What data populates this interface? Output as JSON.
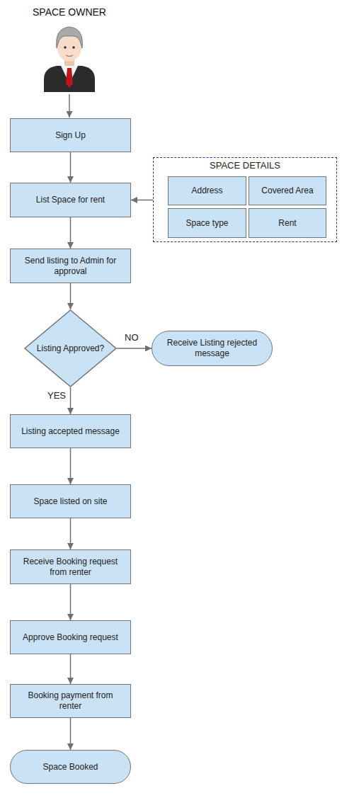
{
  "diagram": {
    "title": "SPACE OWNER",
    "nodes": [
      {
        "text": [
          "Sign Up"
        ]
      },
      {
        "text": [
          "List Space for rent"
        ]
      },
      {
        "text": [
          "SPACE DETAILS"
        ]
      },
      {
        "text": [
          "Address"
        ],
        "in": 2
      },
      {
        "text": [
          "Covered Area"
        ],
        "in": 2
      },
      {
        "text": [
          "Space type"
        ],
        "in": 2
      },
      {
        "text": [
          "Rent"
        ],
        "in": 2
      },
      {
        "text": [
          "Send listing to Admin for approval"
        ]
      },
      {
        "text": [
          "Listing Approved?"
        ]
      },
      {
        "text": [
          "Receive Listing rejected message"
        ]
      },
      {
        "text": [
          "Listing accepted message"
        ]
      },
      {
        "text": [
          "Space listed on site"
        ]
      },
      {
        "text": [
          "Receive Booking request from renter"
        ]
      },
      {
        "text": [
          "Approve Booking request"
        ]
      },
      {
        "text": [
          "Booking payment from renter"
        ]
      },
      {
        "text": [
          "Space Booked"
        ]
      }
    ],
    "edges": [
      {
        "from": 0,
        "to": 1,
        "arrow": "to"
      },
      {
        "from": 2,
        "to": 1,
        "arrow": "to"
      },
      {
        "from": 1,
        "to": 7,
        "arrow": "to"
      },
      {
        "from": 7,
        "to": 8,
        "arrow": "to"
      },
      {
        "from": 8,
        "to": 9,
        "label": "NO",
        "arrow": "to"
      },
      {
        "from": 8,
        "to": 10,
        "label": "YES",
        "arrow": "to"
      },
      {
        "from": 10,
        "to": 11,
        "arrow": "to"
      },
      {
        "from": 11,
        "to": 12,
        "arrow": "to"
      },
      {
        "from": 12,
        "to": 13,
        "arrow": "to"
      },
      {
        "from": 13,
        "to": 14,
        "arrow": "to"
      },
      {
        "from": 14,
        "to": 15,
        "arrow": "to"
      }
    ]
  }
}
